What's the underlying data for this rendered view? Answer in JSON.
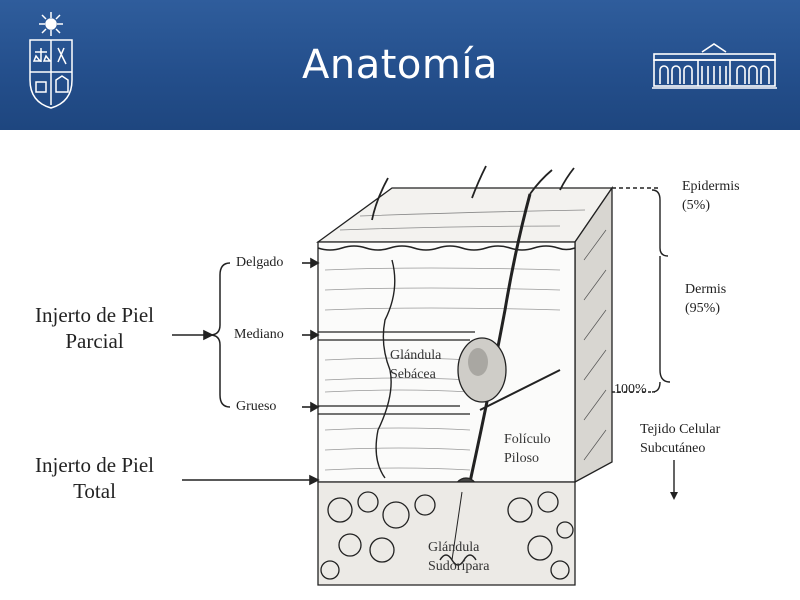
{
  "header": {
    "title": "Anatomía",
    "logo_left_icon": "university-crest-icon",
    "logo_right_icon": "building-facade-icon"
  },
  "diagram": {
    "graft_partial": [
      "Injerto de Piel",
      "Parcial"
    ],
    "graft_total": [
      "Injerto de Piel",
      "Total"
    ],
    "thickness": {
      "thin": "Delgado",
      "medium": "Mediano",
      "thick": "Grueso"
    },
    "epidermis": [
      "Epidermis",
      "(5%)"
    ],
    "dermis": [
      "Dermis",
      "(95%)"
    ],
    "hundred_percent": "100%",
    "subcutaneous": [
      "Tejido Celular",
      "Subcutáneo"
    ],
    "sebaceous_gland": [
      "Glándula",
      "Sebácea"
    ],
    "hair_follicle": [
      "Folículo",
      "Piloso"
    ],
    "sweat_gland": [
      "Glándula",
      "Sudorípara"
    ]
  }
}
